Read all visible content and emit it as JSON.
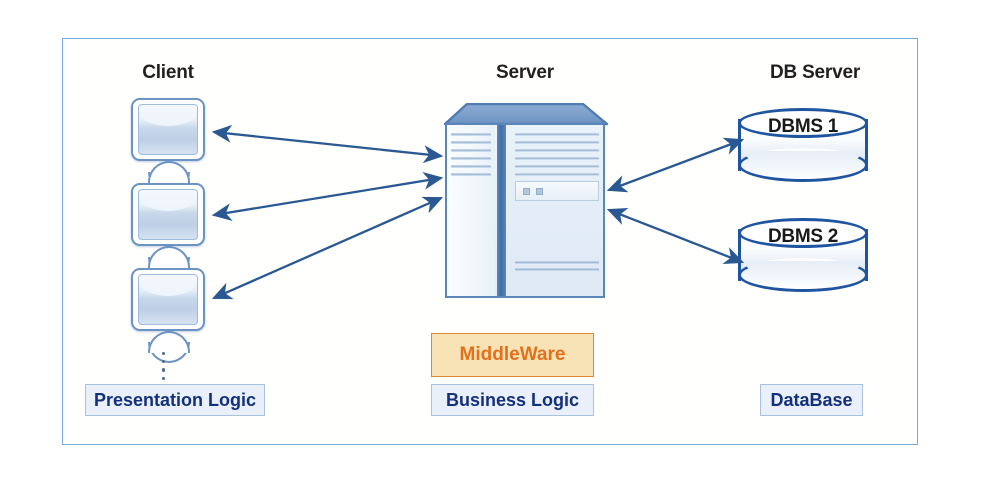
{
  "diagram": {
    "title_headings": {
      "client": "Client",
      "server": "Server",
      "db_server": "DB Server"
    },
    "clients": [
      {
        "name": "client-1"
      },
      {
        "name": "client-2"
      },
      {
        "name": "client-3"
      }
    ],
    "client_continuation": "vertical-ellipsis",
    "databases": [
      {
        "label": "DBMS 1"
      },
      {
        "label": "DBMS 2"
      }
    ],
    "tiers": [
      {
        "label": "Presentation Logic",
        "style": "blue"
      },
      {
        "label": "MiddleWare",
        "style": "middleware"
      },
      {
        "label": "Business Logic",
        "style": "blue"
      },
      {
        "label": "DataBase",
        "style": "blue"
      }
    ],
    "connections": {
      "client_to_server": 3,
      "server_to_db": 2,
      "arrow_style": "double-headed"
    },
    "colors": {
      "panel_border": "#7aa9dd",
      "arrow": "#2a5893",
      "heading_text": "#231f20",
      "tier_blue_bg": "#eaf0fa",
      "tier_blue_border": "#a9c2e2",
      "tier_blue_text": "#14307a",
      "middleware_bg": "#f7e3b5",
      "middleware_border": "#d98c2b",
      "middleware_text": "#e2711d",
      "cylinder_outline": "#1f55a0",
      "server_outline": "#5a86b8",
      "monitor_outline": "#6b93c4"
    }
  }
}
